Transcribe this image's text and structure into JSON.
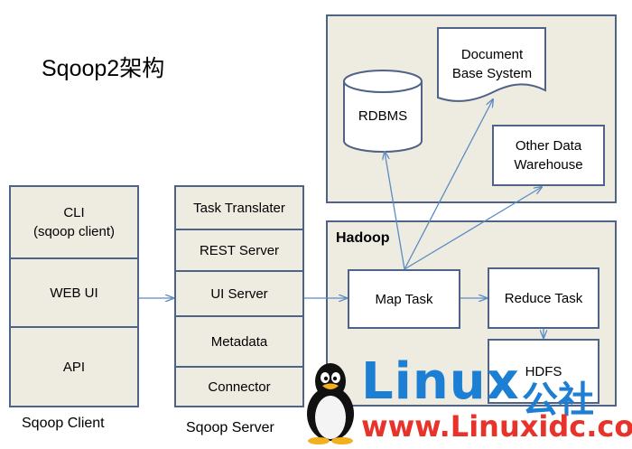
{
  "title": "Sqoop2架构",
  "client": {
    "caption": "Sqoop Client",
    "items": [
      "CLI\n(sqoop client)",
      "WEB UI",
      "API"
    ]
  },
  "server": {
    "caption": "Sqoop Server",
    "items": [
      "Task  Translater",
      "REST Server",
      "UI Server",
      "Metadata",
      "Connector"
    ]
  },
  "external": {
    "rdbms": "RDBMS",
    "document": "Document\nBase System",
    "warehouse": "Other Data\nWarehouse"
  },
  "hadoop": {
    "label": "Hadoop",
    "map_task": "Map Task",
    "reduce_task": "Reduce Task",
    "hdfs": "HDFS"
  },
  "watermark": {
    "brand": "Linux",
    "brand_cn": "公社",
    "url": "www.Linuxidc.com"
  },
  "colors": {
    "border": "#4f6287",
    "fill": "#eeece1",
    "arrow": "#5b8bc4",
    "watermark_blue": "#1c7fd3",
    "watermark_red": "#e8332a"
  }
}
